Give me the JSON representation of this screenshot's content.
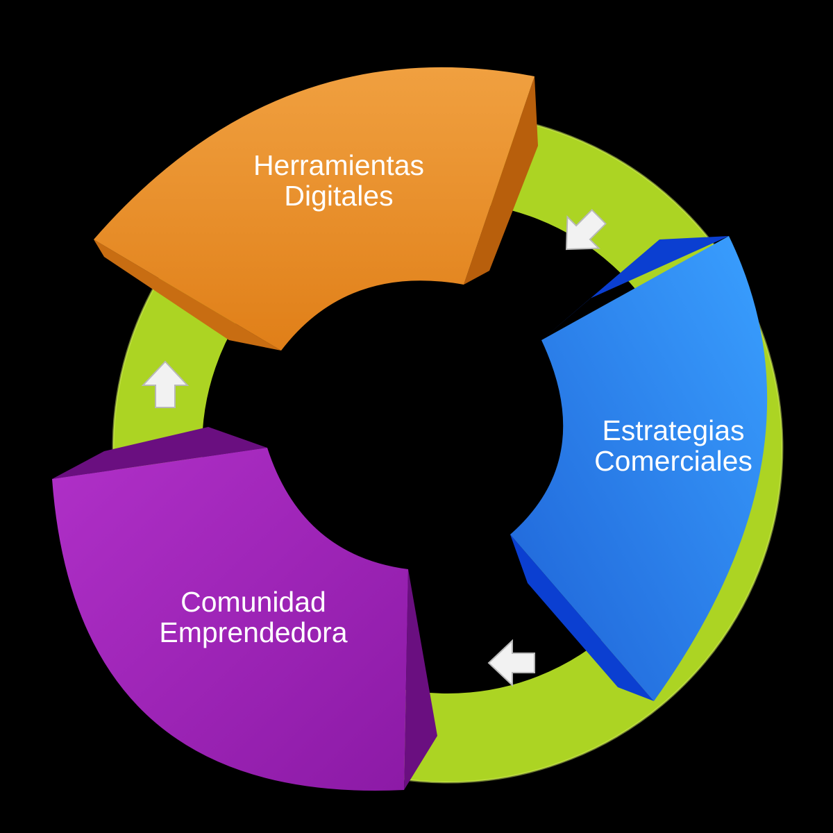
{
  "diagram": {
    "background": "#000000",
    "ring_color": "#acd423",
    "arrow_color": "#f2f2f2",
    "segments": [
      {
        "id": "herramientas",
        "line1": "Herramientas",
        "line2": "Digitales",
        "color": "#e98a22",
        "dark": "#b85f0c"
      },
      {
        "id": "estrategias",
        "line1": "Estrategias",
        "line2": "Comerciales",
        "color": "#2475e6",
        "dark": "#0b3fd1"
      },
      {
        "id": "comunidad",
        "line1": "Comunidad",
        "line2": "Emprendedora",
        "color": "#9a1fb3",
        "dark": "#6a0f80"
      }
    ],
    "flow_arrows": [
      {
        "from": "herramientas",
        "to": "estrategias",
        "icon": "arrow-down-right-icon"
      },
      {
        "from": "estrategias",
        "to": "comunidad",
        "icon": "arrow-left-icon"
      },
      {
        "from": "comunidad",
        "to": "herramientas",
        "icon": "arrow-up-icon"
      }
    ]
  }
}
